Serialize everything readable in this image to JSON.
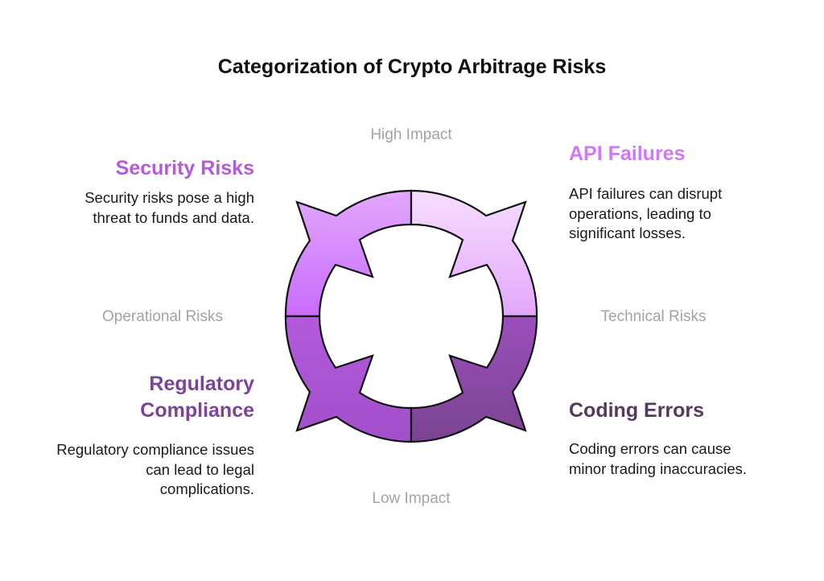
{
  "title": "Categorization of Crypto Arbitrage Risks",
  "axes": {
    "top": "High Impact",
    "bottom": "Low Impact",
    "left": "Operational Risks",
    "right": "Technical Risks"
  },
  "quadrants": [
    {
      "title": "Security Risks",
      "lines": [
        "Security risks pose a high",
        "threat to funds and data."
      ],
      "color": "#b55ad9",
      "fill_top": "#e2a8fd",
      "fill_bottom": "#c96bfb"
    },
    {
      "title": "API Failures",
      "lines": [
        "API failures can disrupt",
        "operations, leading to",
        "significant losses."
      ],
      "color": "#d277f7",
      "fill_top": "#f6deff",
      "fill_bottom": "#e3a6fc"
    },
    {
      "title_lines": [
        "Regulatory",
        "Compliance"
      ],
      "lines": [
        "Regulatory compliance issues",
        "can lead to legal",
        "complications."
      ],
      "color": "#7b4499",
      "fill_top": "#b25bdc",
      "fill_bottom": "#a24fcb"
    },
    {
      "title": "Coding Errors",
      "lines": [
        "Coding errors can cause",
        "minor trading inaccuracies."
      ],
      "color": "#553a60",
      "fill_top": "#9b4fbd",
      "fill_bottom": "#7a4490"
    }
  ]
}
